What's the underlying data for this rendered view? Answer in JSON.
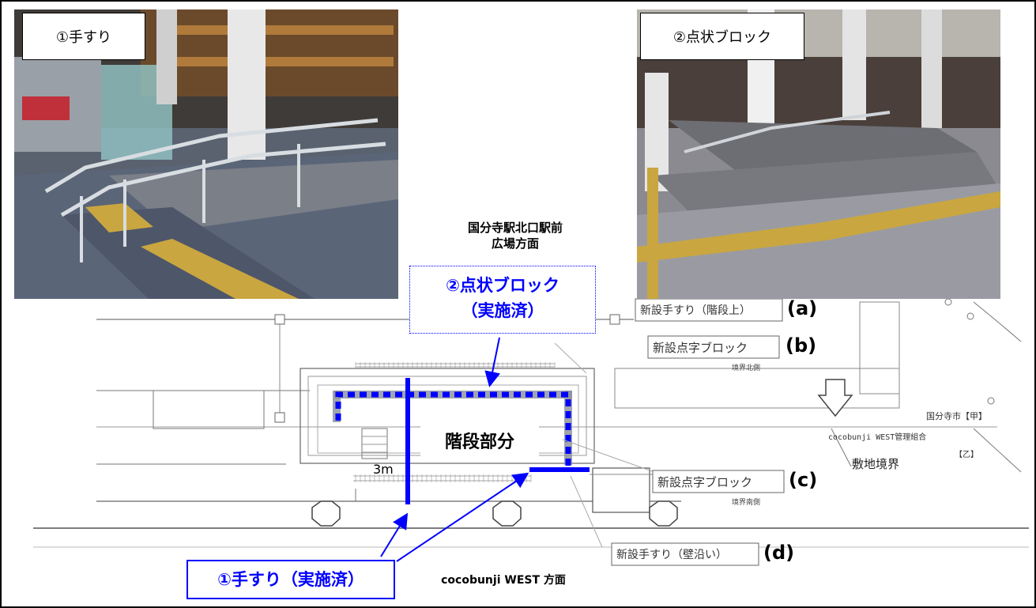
{
  "photo_labels": {
    "handrail": "①手すり",
    "tactile": "②点状ブロック"
  },
  "direction_north": {
    "line1": "国分寺駅北口駅前",
    "line2": "広場方面"
  },
  "direction_south": "cocobunji WEST 方面",
  "callouts": {
    "tactile_line1": "②点状ブロック",
    "tactile_line2": "（実施済）",
    "handrail": "①手すり（実施済）"
  },
  "plan_center": "階段部分",
  "plan_dimension": "3m",
  "legend": {
    "a_box": "新設手すり（階段上）",
    "a_letter": "(a)",
    "b_box": "新設点字ブロック",
    "b_letter": "(b)",
    "b_sub": "境界北側",
    "c_box": "新設点字ブロック",
    "c_letter": "(c)",
    "c_sub": "境界南側",
    "d_box": "新設手すり（壁沿い）",
    "d_letter": "(d)"
  },
  "boundary": {
    "city": "国分寺市【甲】",
    "union": "cocobunji WEST管理組合",
    "otsu": "【乙】",
    "label": "敷地境界"
  },
  "colors": {
    "accent_blue": "#0000ff",
    "paving_yellow": "#c9a640",
    "stair_gray": "#8a8f99"
  }
}
